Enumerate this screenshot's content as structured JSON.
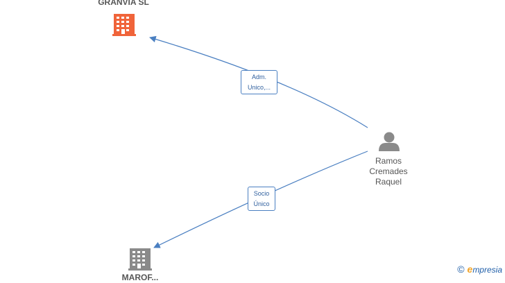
{
  "nodes": {
    "company_top": {
      "name": "GRANVIA SL",
      "color": "#f0643a",
      "icon": "building-icon"
    },
    "company_bottom": {
      "name": "MAROF...",
      "color": "#8a8a8a",
      "icon": "building-icon"
    },
    "person": {
      "line1": "Ramos",
      "line2": "Cremades",
      "line3": "Raquel",
      "color": "#8a8a8a",
      "icon": "person-icon"
    }
  },
  "edges": [
    {
      "line1": "Adm.",
      "line2": "Unico,...",
      "color": "#4a7fc1"
    },
    {
      "line1": "Socio",
      "line2": "Único",
      "color": "#4a7fc1"
    }
  ],
  "brand": {
    "copyright": "©",
    "first_letter": "e",
    "rest": "mpresia"
  }
}
